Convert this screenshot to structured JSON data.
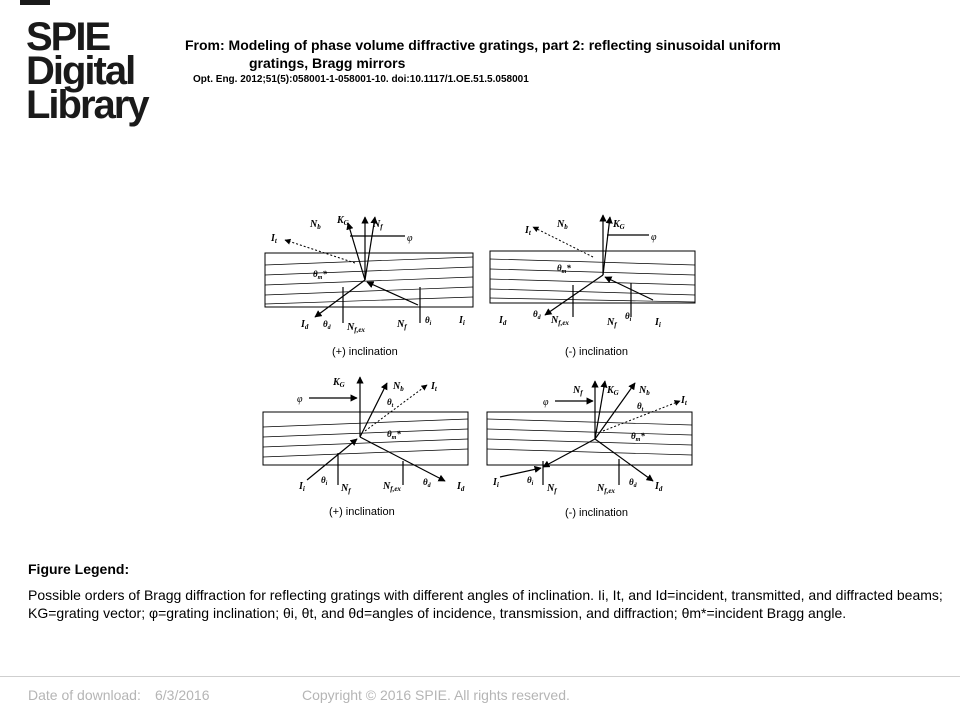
{
  "logo": {
    "line1": "SPIE",
    "line2": "Digital",
    "line3": "Library"
  },
  "header": {
    "title_line1": "From: Modeling of phase volume diffractive gratings, part 2: reflecting sinusoidal uniform",
    "title_line2": "gratings, Bragg mirrors",
    "citation": "Opt. Eng. 2012;51(5):058001-1-058001-10. doi:10.1117/1.OE.51.5.058001"
  },
  "figure": {
    "panels": [
      {
        "caption": "(+) inclination"
      },
      {
        "caption": "(-) inclination"
      },
      {
        "caption": "(+) inclination"
      },
      {
        "caption": "(-) inclination"
      }
    ],
    "labels": {
      "Nb": "N",
      "Nb_sub": "b",
      "KG": "K",
      "KG_sub": "G",
      "Nf": "N",
      "Nf_sub": "f",
      "Nfex_sub": "f,ex",
      "phi": "φ",
      "It": "I",
      "It_sub": "t",
      "Id": "I",
      "Id_sub": "d",
      "Ii": "I",
      "Ii_sub": "i",
      "theta": "θ",
      "theta_t_sub": "t",
      "theta_d_sub": "d",
      "theta_i_sub": "i",
      "theta_m": "θ",
      "theta_m_sub": "m",
      "star": "*"
    }
  },
  "legend": {
    "heading": "Figure Legend:",
    "text": "Possible orders of Bragg diffraction for reflecting gratings with different angles of inclination. Ii, It, and Id=incident, transmitted, and diffracted beams; KG=grating vector; φ=grating inclination; θi, θt, and θd=angles of incidence, transmission, and diffraction; θm*=incident Bragg angle."
  },
  "footer": {
    "download_label": "Date of download:",
    "download_date": "6/3/2016",
    "copyright": "Copyright © 2016 SPIE. All rights reserved."
  }
}
